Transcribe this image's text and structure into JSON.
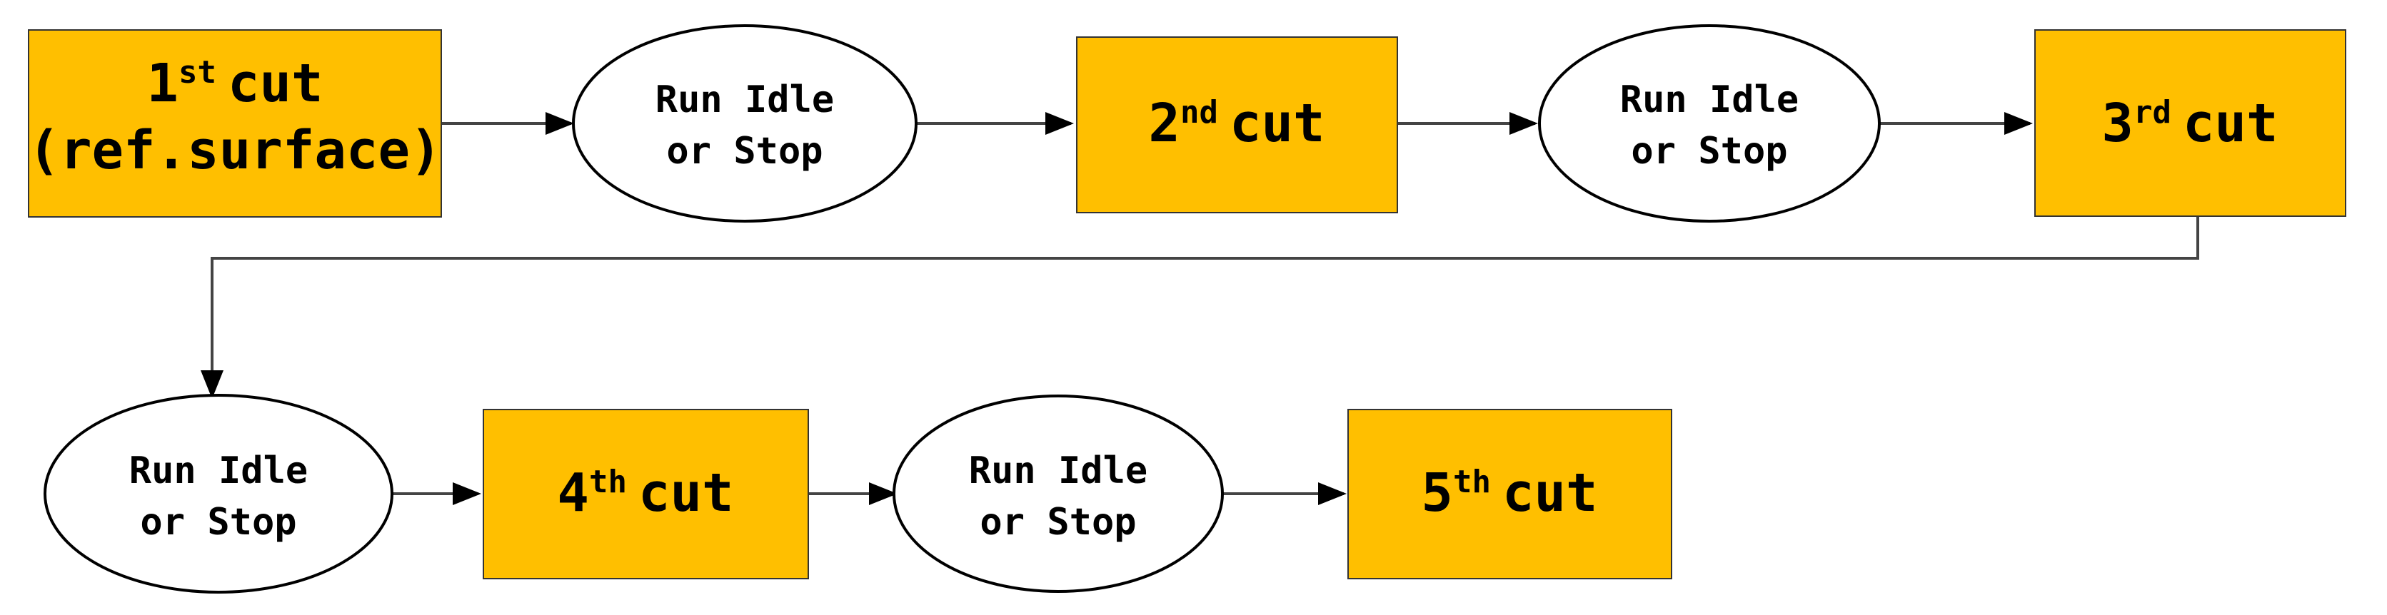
{
  "colors": {
    "box_fill": "#FFBF00",
    "box_stroke": "#333333",
    "ellipse_fill": "#FFFFFF",
    "ellipse_stroke": "#000000",
    "connector": "#444444"
  },
  "steps": [
    {
      "kind": "box",
      "number": "1",
      "suffix": "st",
      "word": "cut",
      "line2": "(ref.surface)"
    },
    {
      "kind": "ellipse",
      "line1": "Run Idle",
      "line2": "or Stop"
    },
    {
      "kind": "box",
      "number": "2",
      "suffix": "nd",
      "word": "cut"
    },
    {
      "kind": "ellipse",
      "line1": "Run Idle",
      "line2": "or Stop"
    },
    {
      "kind": "box",
      "number": "3",
      "suffix": "rd",
      "word": "cut"
    },
    {
      "kind": "ellipse",
      "line1": "Run Idle",
      "line2": "or Stop"
    },
    {
      "kind": "box",
      "number": "4",
      "suffix": "th",
      "word": "cut"
    },
    {
      "kind": "ellipse",
      "line1": "Run Idle",
      "line2": "or Stop"
    },
    {
      "kind": "box",
      "number": "5",
      "suffix": "th",
      "word": "cut"
    }
  ]
}
